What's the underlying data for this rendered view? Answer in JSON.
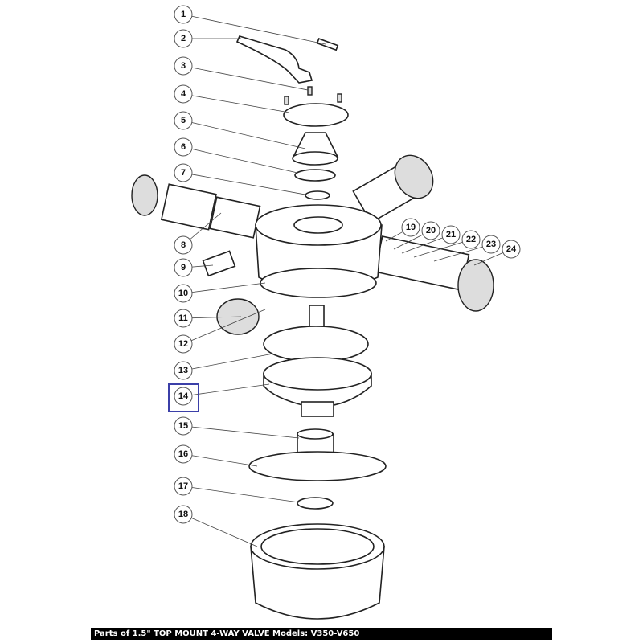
{
  "callouts": [
    "1",
    "2",
    "3",
    "4",
    "5",
    "6",
    "7",
    "8",
    "9",
    "10",
    "11",
    "12",
    "13",
    "14",
    "15",
    "16",
    "17",
    "18",
    "19",
    "20",
    "21",
    "22",
    "23",
    "24"
  ],
  "highlighted_callout": "14",
  "highlight_color": "#3b3fa8",
  "footer": {
    "caption": "Parts of 1.5\" TOP MOUNT 4-WAY VALVE Models: V350-V650"
  }
}
